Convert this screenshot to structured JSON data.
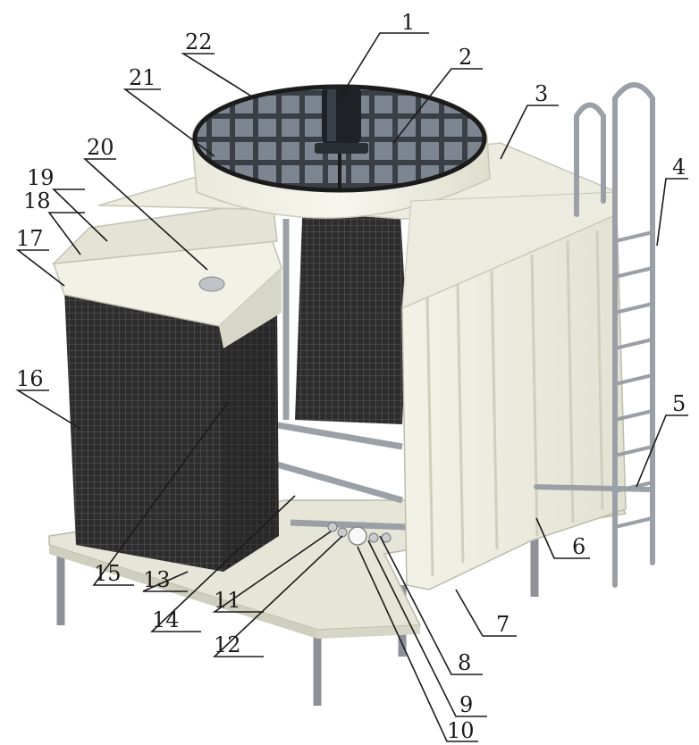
{
  "figure": {
    "callouts": [
      {
        "id": "c1",
        "text": "1"
      },
      {
        "id": "c2",
        "text": "2"
      },
      {
        "id": "c3",
        "text": "3"
      },
      {
        "id": "c4",
        "text": "4"
      },
      {
        "id": "c5",
        "text": "5"
      },
      {
        "id": "c6",
        "text": "6"
      },
      {
        "id": "c7",
        "text": "7"
      },
      {
        "id": "c8",
        "text": "8"
      },
      {
        "id": "c9",
        "text": "9"
      },
      {
        "id": "c10",
        "text": "10"
      },
      {
        "id": "c11",
        "text": "11"
      },
      {
        "id": "c12",
        "text": "12"
      },
      {
        "id": "c13",
        "text": "13"
      },
      {
        "id": "c14",
        "text": "14"
      },
      {
        "id": "c15",
        "text": "15"
      },
      {
        "id": "c16",
        "text": "16"
      },
      {
        "id": "c17",
        "text": "17"
      },
      {
        "id": "c18",
        "text": "18"
      },
      {
        "id": "c19",
        "text": "19"
      },
      {
        "id": "c20",
        "text": "20"
      },
      {
        "id": "c21",
        "text": "21"
      },
      {
        "id": "c22",
        "text": "22"
      }
    ],
    "colors": {
      "casing": "#efefe4",
      "casing_shade": "#dcdccd",
      "fill_media": "#2b2b2b",
      "steel": "#8e9298",
      "grille": "#222222",
      "leader": "#1a1a1a"
    }
  }
}
